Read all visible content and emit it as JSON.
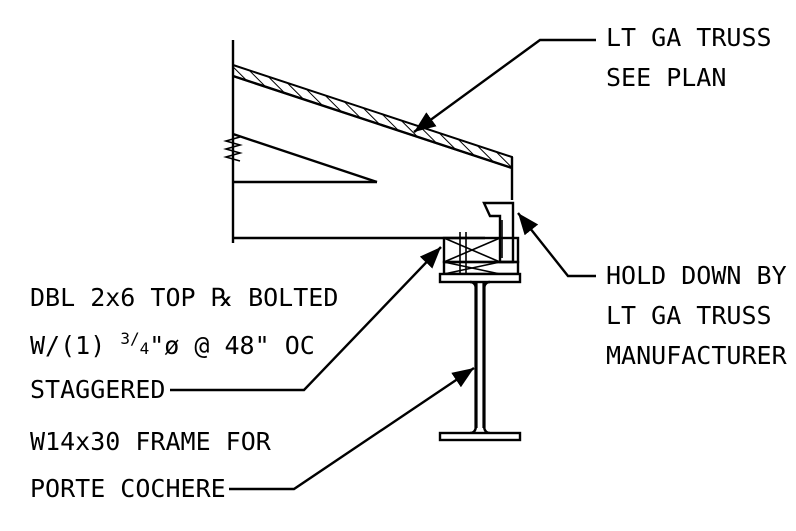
{
  "labels": {
    "truss_line1": "LT GA TRUSS",
    "truss_line2": "SEE PLAN",
    "hold_line1": "HOLD DOWN BY",
    "hold_line2": "LT GA TRUSS",
    "hold_line3": "MANUFACTURER",
    "plate_line1": "DBL 2x6 TOP ℞ BOLTED",
    "plate_line2_pre": "W/(1) ",
    "plate_line2_num": "3",
    "plate_line2_den": "4",
    "plate_line2_post": "\"ø @ 48\" OC",
    "plate_line3": "STAGGERED",
    "frame_line1": "W14x30 FRAME FOR",
    "frame_line2": "PORTE COCHERE"
  }
}
